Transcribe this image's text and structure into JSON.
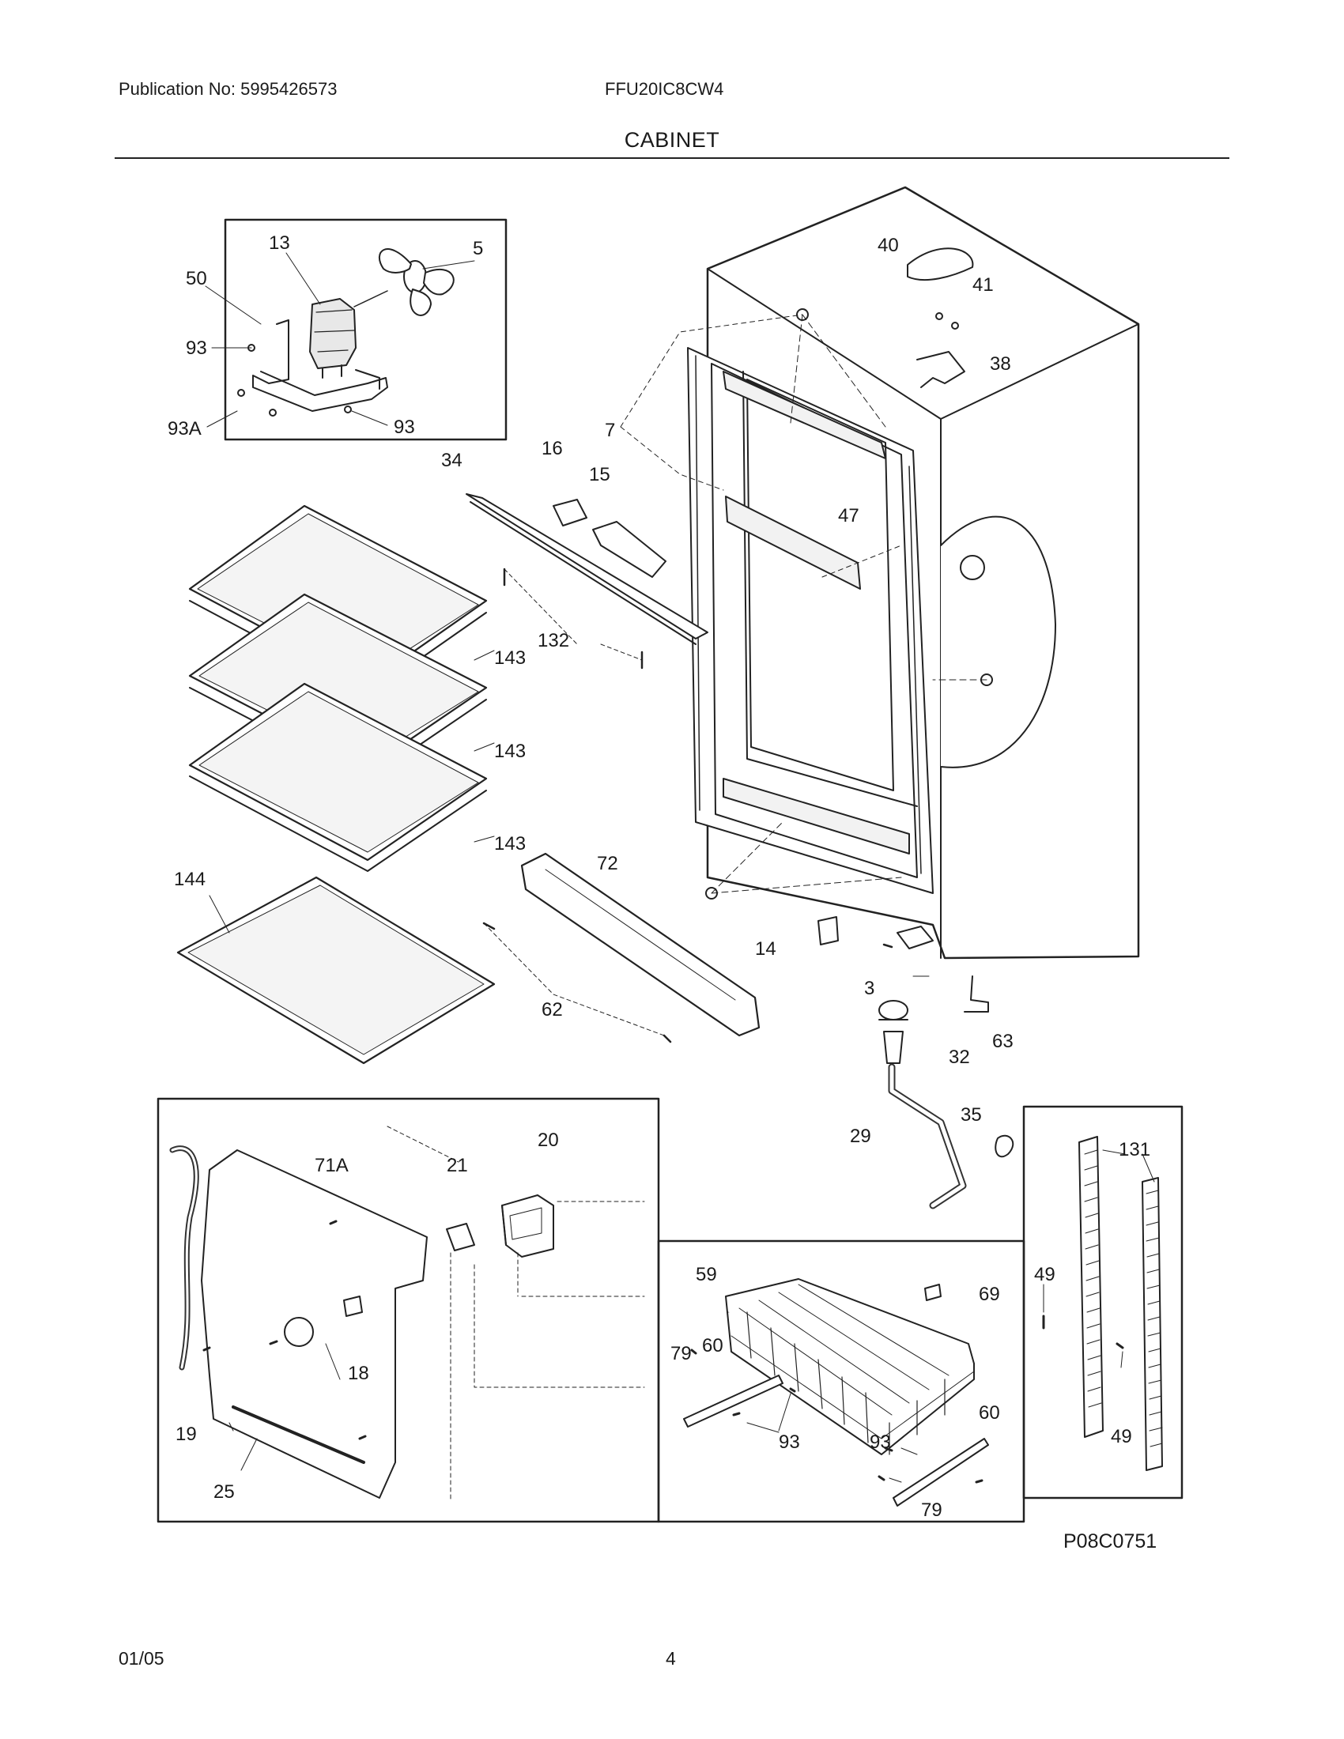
{
  "header": {
    "publication": "Publication No: 5995426573",
    "model": "FFU20IC8CW4",
    "section_title": "CABINET"
  },
  "diagram": {
    "figure_code": "P08C0751",
    "callouts": [
      "13",
      "5",
      "50",
      "93",
      "93A",
      "93",
      "40",
      "41",
      "38",
      "7",
      "34",
      "16",
      "15",
      "47",
      "132",
      "143",
      "143",
      "143",
      "144",
      "72",
      "62",
      "14",
      "3",
      "63",
      "32",
      "29",
      "35",
      "20",
      "71A",
      "21",
      "18",
      "19",
      "25",
      "131",
      "49",
      "49",
      "59",
      "69",
      "79",
      "60",
      "93",
      "60",
      "93",
      "79"
    ]
  },
  "footer": {
    "date": "01/05",
    "page": "4"
  }
}
